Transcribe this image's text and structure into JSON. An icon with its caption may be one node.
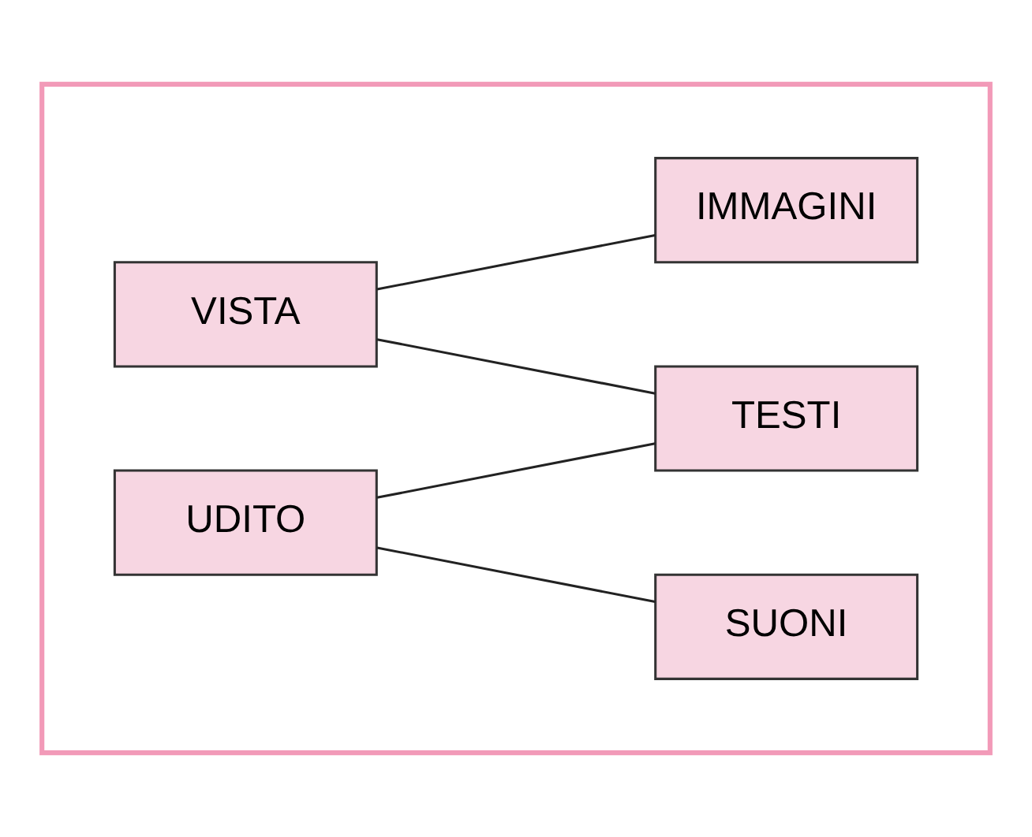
{
  "diagram": {
    "nodes": [
      {
        "text": [],
        "shape": "box"
      },
      {
        "text": [
          "VISTA"
        ],
        "in": 0
      },
      {
        "text": [
          "UDITO"
        ],
        "in": 0
      },
      {
        "text": [
          "IMMAGINI"
        ],
        "in": 0
      },
      {
        "text": [
          "TESTI"
        ],
        "in": 0
      },
      {
        "text": [
          "SUONI"
        ],
        "in": 0
      }
    ],
    "edges": [
      {
        "from": 1,
        "to": 3,
        "arrow": "none"
      },
      {
        "from": 1,
        "to": 4,
        "arrow": "none"
      },
      {
        "from": 2,
        "to": 4,
        "arrow": "none"
      },
      {
        "from": 2,
        "to": 5,
        "arrow": "none"
      }
    ]
  }
}
